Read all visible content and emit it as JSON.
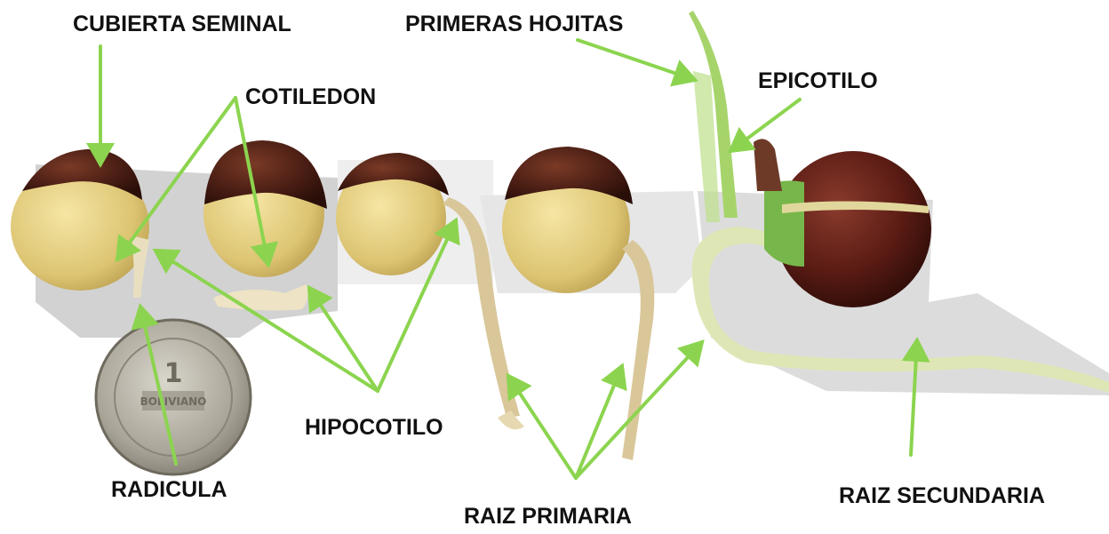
{
  "labels": {
    "cubierta_seminal": "CUBIERTA SEMINAL",
    "cotiledon": "COTILEDON",
    "primeras_hojitas": "PRIMERAS HOJITAS",
    "epicotilo": "EPICOTILO",
    "hipocotilo": "HIPOCOTILO",
    "radicula": "RADICULA",
    "raiz_primaria": "RAIZ PRIMARIA",
    "raiz_secundaria": "RAIZ SECUNDARIA"
  },
  "coin": {
    "text": "1",
    "text2": "BOLIVIANO"
  },
  "colors": {
    "arrow": "#8cd44f",
    "seed_coat": "#4a1e14",
    "cotyledon": "#e3cf7e",
    "root": "#d8c8a0",
    "sprout": "#9ccc65",
    "background_paper": "#cfcfcf"
  }
}
